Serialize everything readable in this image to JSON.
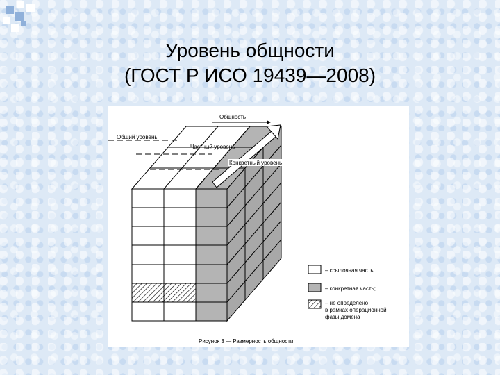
{
  "slide": {
    "title_line1": "Уровень общности",
    "title_line2": "(ГОСТ Р ИСО 19439—2008)"
  },
  "figure": {
    "axis_label": "Общность",
    "levels": {
      "general": "Общий уровень",
      "partial": "Частный уровень",
      "specific": "Конкретный уровень"
    },
    "legend": [
      {
        "label": "– ссылочная часть;",
        "fill": "#ffffff"
      },
      {
        "label": "– конкретная часть;",
        "fill": "#b4b4b4"
      },
      {
        "label_lines": [
          "– не определено",
          "в рамках операционной",
          "фазы домена"
        ],
        "fill": "hatch"
      }
    ],
    "caption": "Рисунок 3 — Размерность общности"
  },
  "colors": {
    "background": "#dde9f6",
    "deco_square_blue": "#8fb0da",
    "deco_square_white": "#ffffff",
    "gray_face": "#b4b4b4",
    "dark_face": "#8c8c8c"
  }
}
